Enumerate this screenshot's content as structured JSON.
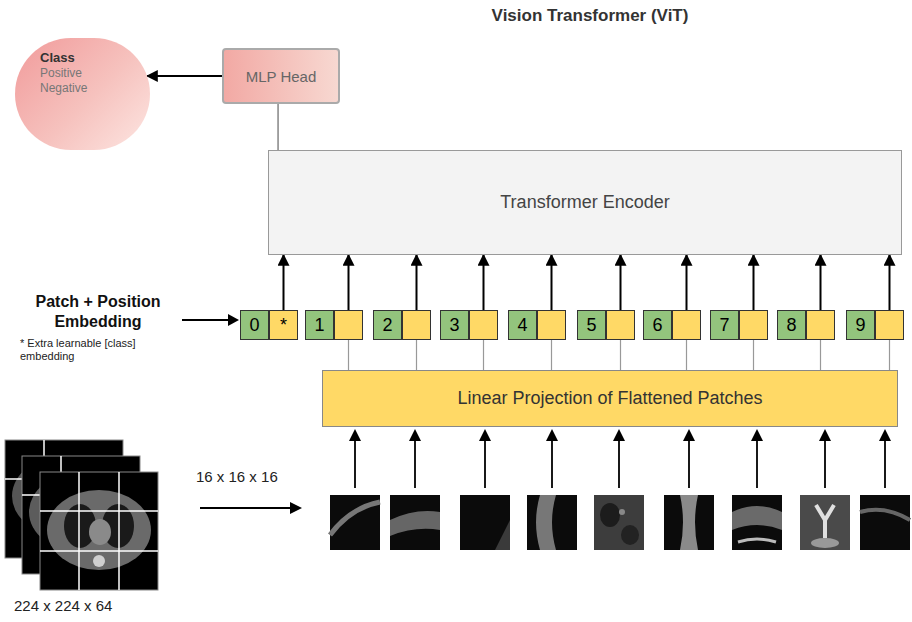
{
  "diagram": {
    "title": "Vision Transformer (ViT)",
    "nodes": [
      {
        "text": [
          "Class",
          "Positive",
          "Negative"
        ]
      },
      {
        "text": [
          "MLP Head"
        ]
      },
      {
        "text": [
          "Transformer Encoder"
        ]
      },
      {
        "text": [
          "0",
          "*"
        ]
      },
      {
        "text": [
          "1"
        ]
      },
      {
        "text": [
          "2"
        ]
      },
      {
        "text": [
          "3"
        ]
      },
      {
        "text": [
          "4"
        ]
      },
      {
        "text": [
          "5"
        ]
      },
      {
        "text": [
          "6"
        ]
      },
      {
        "text": [
          "7"
        ]
      },
      {
        "text": [
          "8"
        ]
      },
      {
        "text": [
          "9"
        ]
      },
      {
        "text": [
          "Linear Projection of Flattened Patches"
        ]
      }
    ],
    "edges": [
      {
        "from": 1,
        "to": 0,
        "arrow": "to"
      },
      {
        "from": 2,
        "to": 1,
        "arrow": "none"
      },
      {
        "from": 3,
        "to": 2,
        "arrow": "to"
      },
      {
        "from": 4,
        "to": 2,
        "arrow": "to"
      },
      {
        "from": 5,
        "to": 2,
        "arrow": "to"
      },
      {
        "from": 6,
        "to": 2,
        "arrow": "to"
      },
      {
        "from": 7,
        "to": 2,
        "arrow": "to"
      },
      {
        "from": 8,
        "to": 2,
        "arrow": "to"
      },
      {
        "from": 9,
        "to": 2,
        "arrow": "to"
      },
      {
        "from": 10,
        "to": 2,
        "arrow": "to"
      },
      {
        "from": 11,
        "to": 2,
        "arrow": "to"
      },
      {
        "from": 12,
        "to": 2,
        "arrow": "to"
      },
      {
        "from": 13,
        "to": 4,
        "arrow": "none"
      },
      {
        "from": 13,
        "to": 5,
        "arrow": "none"
      },
      {
        "from": 13,
        "to": 6,
        "arrow": "none"
      },
      {
        "from": 13,
        "to": 7,
        "arrow": "none"
      },
      {
        "from": 13,
        "to": 8,
        "arrow": "none"
      },
      {
        "from": 13,
        "to": 9,
        "arrow": "none"
      },
      {
        "from": 13,
        "to": 10,
        "arrow": "none"
      },
      {
        "from": 13,
        "to": 11,
        "arrow": "none"
      },
      {
        "from": 13,
        "to": 12,
        "arrow": "none"
      }
    ],
    "labels": [
      "Patch + Position Embedding",
      "* Extra learnable [class] embedding",
      "16 x 16 x 16",
      "224 x 224 x 64"
    ]
  }
}
